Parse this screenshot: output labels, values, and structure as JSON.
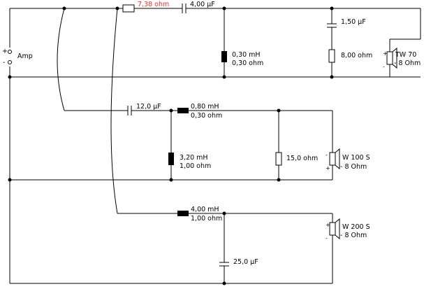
{
  "source": {
    "label": "Amp",
    "plus": "+",
    "minus": "-"
  },
  "tweeter": {
    "r_series": "7,38 ohm",
    "c_series": "4,00 µF",
    "l_shunt": [
      "0,30 mH",
      "0,30 ohm"
    ],
    "c_zobel": "1,50 µF",
    "r_zobel": "8,00 ohm",
    "driver": [
      "TW 70",
      "- 8 Ohm"
    ]
  },
  "midrange": {
    "c_series": "12,0 µF",
    "l_series": [
      "0,80 mH",
      "0,30 ohm"
    ],
    "l_shunt": [
      "3,20 mH",
      "1,00 ohm"
    ],
    "r_shunt": "15,0 ohm",
    "driver": [
      "W 100 S",
      "- 8 Ohm"
    ]
  },
  "woofer": {
    "l_series": [
      "4,00 mH",
      "1,00 ohm"
    ],
    "c_shunt": "25,0 µF",
    "driver": [
      "W 200 S",
      "- 8 Ohm"
    ]
  },
  "colors": {
    "wire": "#000000",
    "highlight": "#e8322a"
  }
}
